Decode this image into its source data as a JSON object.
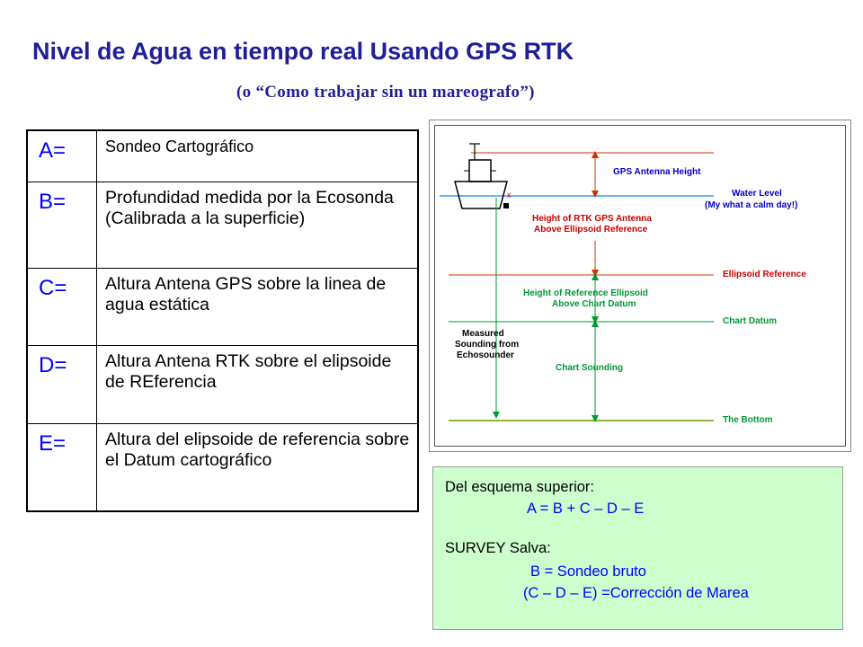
{
  "title": "Nivel de Agua en tiempo real Usando GPS RTK",
  "subtitle": "(o “Como trabajar sin un mareografo”)",
  "definitions": [
    {
      "key": "A=",
      "value": "Sondeo Cartográfico"
    },
    {
      "key": "B=",
      "value": "Profundidad medida por la Ecosonda (Calibrada a la superficie)"
    },
    {
      "key": "C=",
      "value": "Altura Antena GPS sobre la linea de agua estática"
    },
    {
      "key": "D=",
      "value": "Altura Antena RTK sobre el elipsoide de REferencia"
    },
    {
      "key": "E=",
      "value": "Altura del elipsoide de referencia sobre el Datum cartográfico"
    }
  ],
  "diagram": {
    "gps_antenna_height": "GPS Antenna Height",
    "water_level": "Water Level",
    "water_level_note": "(My what a calm day!)",
    "rtk_height_line1": "Height of RTK GPS Antenna",
    "rtk_height_line2": "Above Ellipsoid Reference",
    "ellipsoid_reference": "Ellipsoid Reference",
    "ref_height_line1": "Height of Reference Ellipsoid",
    "ref_height_line2": "Above Chart Datum",
    "chart_datum": "Chart Datum",
    "measured_line1": "Measured",
    "measured_line2": "Sounding from",
    "measured_line3": "Echosounder",
    "chart_sounding": "Chart Sounding",
    "the_bottom": "The Bottom",
    "x_mark": "x",
    "colors": {
      "water": "#3399ff",
      "ellipsoid": "#cc3300",
      "chart_datum": "#009933",
      "bottom": "#669900",
      "label_blue": "#0000cc",
      "label_red": "#cc0000",
      "label_green": "#009933"
    }
  },
  "formula_box": {
    "heading1": "Del esquema superior:",
    "formula1": "A = B + C – D – E",
    "heading2": "SURVEY Salva:",
    "formula2": "B = Sondeo bruto",
    "formula3": "(C – D – E) =Corrección de Marea"
  }
}
